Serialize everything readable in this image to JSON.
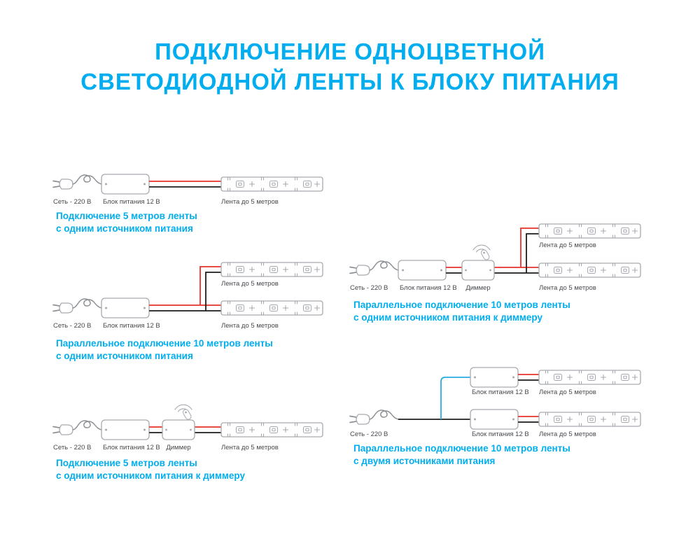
{
  "title": {
    "line1": "ПОДКЛЮЧЕНИЕ ОДНОЦВЕТНОЙ",
    "line2": "СВЕТОДИОДНОЙ ЛЕНТЫ К БЛОКУ ПИТАНИЯ"
  },
  "labels": {
    "mains": "Сеть - 220 В",
    "psu": "Блок питания 12 В",
    "dimmer": "Диммер",
    "strip": "Лента до 5 метров"
  },
  "colors": {
    "accent": "#00aeef",
    "outline": "#a6aaaf",
    "cord": "#8d9196",
    "wire_red": "#e8312a",
    "wire_black": "#1d1d1b",
    "wire_blue": "#29abe2"
  },
  "diagrams": [
    {
      "id": "single-5m",
      "caption1": "Подключение 5 метров ленты",
      "caption2": "с одним источником питания"
    },
    {
      "id": "parallel-10m-one-psu",
      "caption1": "Параллельное подключение 10 метров ленты",
      "caption2": "с одним источником питания"
    },
    {
      "id": "single-5m-dimmer",
      "caption1": "Подключение 5 метров ленты",
      "caption2": "с одним источником питания к диммеру"
    },
    {
      "id": "parallel-10m-dimmer",
      "caption1": "Параллельное подключение 10 метров ленты",
      "caption2": "с одним источником питания к диммеру"
    },
    {
      "id": "parallel-10m-two-psu",
      "caption1": "Параллельное подключение 10 метров ленты",
      "caption2": "с двумя источниками питания"
    }
  ]
}
